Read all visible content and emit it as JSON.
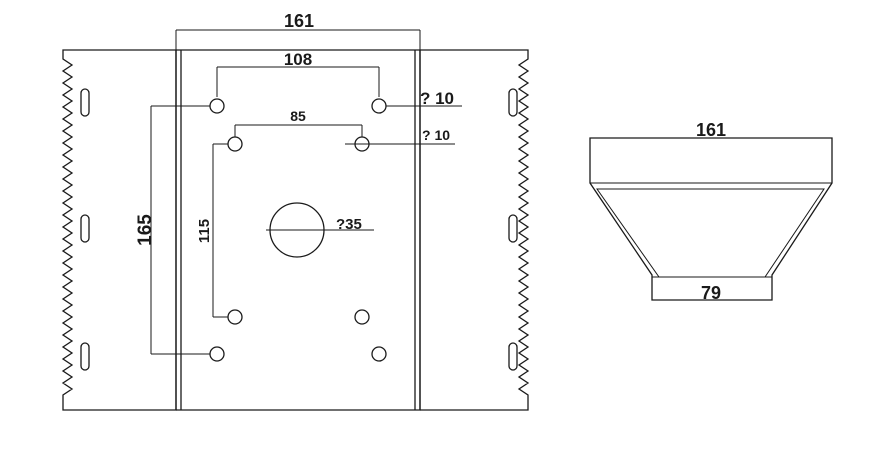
{
  "front_view": {
    "top_width_label": "161",
    "outer_hole_spacing_label": "108",
    "outer_hole_diameter_label": "? 10",
    "inner_hole_spacing_label": "85",
    "inner_hole_diameter_label": "? 10",
    "center_hole_diameter_label": "?35",
    "outer_vertical_spacing_label": "165",
    "inner_vertical_spacing_label": "115"
  },
  "side_view": {
    "top_width_label": "161",
    "bottom_width_label": "79"
  }
}
